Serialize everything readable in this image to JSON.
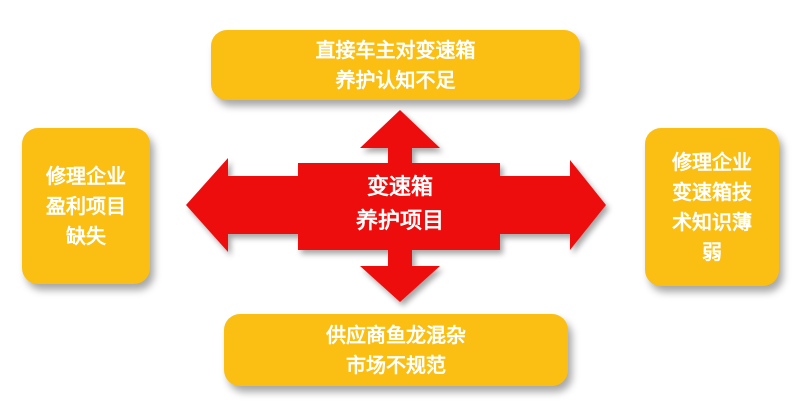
{
  "center": {
    "line1": "变速箱",
    "line2": "养护项目",
    "color": "#ee1111"
  },
  "top_box": {
    "line1": "直接车主对变速箱",
    "line2": "养护认知不足"
  },
  "bottom_box": {
    "line1": "供应商鱼龙混杂",
    "line2": "市场不规范"
  },
  "left_box": {
    "line1": "修理企业",
    "line2": "盈利项目",
    "line3": "缺失"
  },
  "right_box": {
    "line1": "修理企业",
    "line2": "变速箱技",
    "line3": "术知识薄",
    "line4": "弱"
  },
  "box_color": "#fbbf13"
}
